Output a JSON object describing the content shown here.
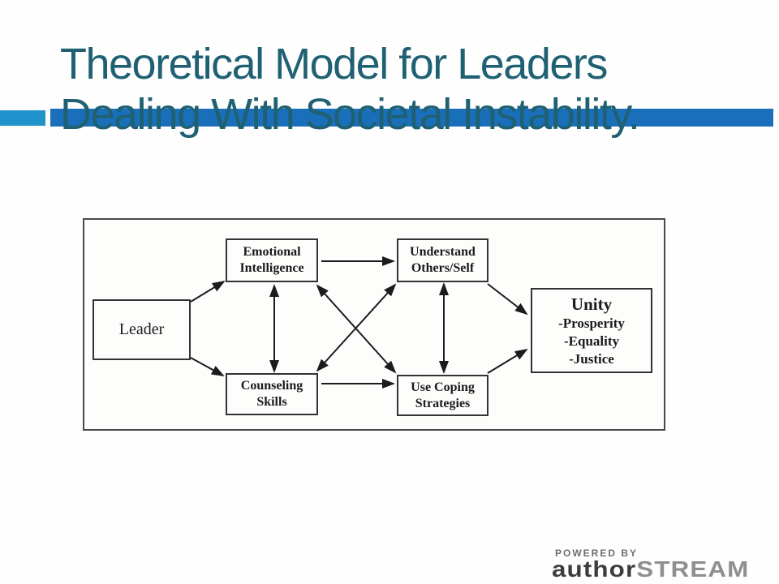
{
  "slide": {
    "title": {
      "line1": "Theoretical Model for Leaders",
      "line2": "Dealing With Societal Instability."
    }
  },
  "colors": {
    "title_text": "#1f6173",
    "accent_bar_dark": "#1a6fba",
    "accent_bar_light": "#2093cc",
    "diagram_line": "#1c1c1c",
    "powered_by_text": "#6e6e6e",
    "logo_author": "#3d3d3d",
    "logo_stream": "#8f8f8f"
  },
  "diagram": {
    "nodes": {
      "leader": {
        "label": "Leader"
      },
      "emotional_intelligence": {
        "line1": "Emotional",
        "line2": "Intelligence"
      },
      "counseling_skills": {
        "line1": "Counseling",
        "line2": "Skills"
      },
      "understand_others_self": {
        "line1": "Understand",
        "line2": "Others/Self"
      },
      "use_coping_strategies": {
        "line1": "Use Coping",
        "line2": "Strategies"
      },
      "unity": {
        "title": "Unity",
        "bullets": [
          "-Prosperity",
          "-Equality",
          "-Justice"
        ]
      }
    },
    "edges": [
      {
        "from": "Leader",
        "to": "Emotional Intelligence",
        "direction": "one-way"
      },
      {
        "from": "Leader",
        "to": "Counseling Skills",
        "direction": "one-way"
      },
      {
        "from": "Emotional Intelligence",
        "to": "Counseling Skills",
        "direction": "two-way"
      },
      {
        "from": "Emotional Intelligence",
        "to": "Understand Others/Self",
        "direction": "one-way"
      },
      {
        "from": "Counseling Skills",
        "to": "Use Coping Strategies",
        "direction": "one-way"
      },
      {
        "from": "Emotional Intelligence",
        "to": "Use Coping Strategies",
        "direction": "two-way"
      },
      {
        "from": "Counseling Skills",
        "to": "Understand Others/Self",
        "direction": "two-way"
      },
      {
        "from": "Understand Others/Self",
        "to": "Use Coping Strategies",
        "direction": "two-way"
      },
      {
        "from": "Understand Others/Self",
        "to": "Unity",
        "direction": "one-way"
      },
      {
        "from": "Use Coping Strategies",
        "to": "Unity",
        "direction": "one-way"
      }
    ]
  },
  "footer": {
    "powered_by": "POWERED BY",
    "logo_author": "author",
    "logo_stream": "STREAM"
  }
}
